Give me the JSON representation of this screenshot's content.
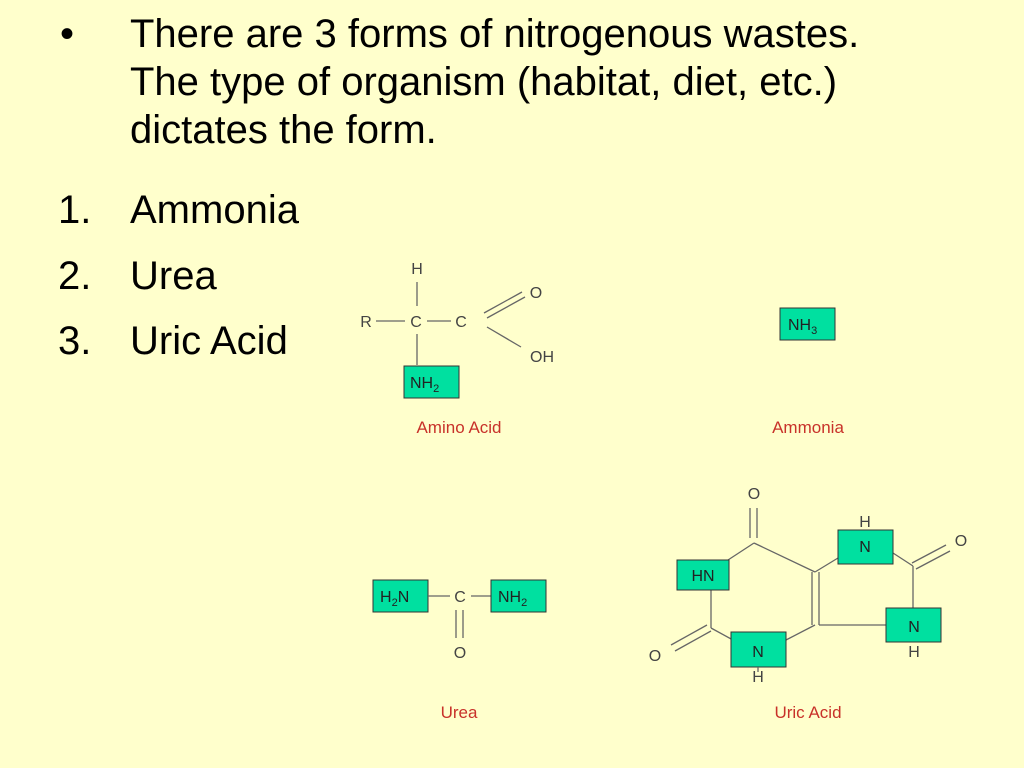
{
  "intro": {
    "bullet_marker": "•",
    "lines": [
      "There are 3 forms of nitrogenous wastes.",
      "The type of organism (habitat, diet, etc.)",
      "dictates the form."
    ]
  },
  "forms": [
    {
      "number": "1.",
      "label": "Ammonia"
    },
    {
      "number": "2.",
      "label": "Urea"
    },
    {
      "number": "3.",
      "label": "Uric Acid"
    }
  ],
  "structures": {
    "amino_acid": {
      "caption": "Amino Acid",
      "atoms": {
        "h": "H",
        "r": "R",
        "c1": "C",
        "c2": "C",
        "o": "O",
        "oh": "OH",
        "nh2_base": "NH",
        "nh2_sub": "2"
      }
    },
    "ammonia": {
      "caption": "Ammonia",
      "atoms": {
        "nh3_base": "NH",
        "nh3_sub": "3"
      }
    },
    "urea": {
      "caption": "Urea",
      "atoms": {
        "h2n_pre": "H",
        "h2n_sub": "2",
        "h2n_post": "N",
        "c": "C",
        "nh2_base": "NH",
        "nh2_sub": "2",
        "o": "O"
      }
    },
    "uric_acid": {
      "caption": "Uric Acid",
      "atoms": {
        "o_top": "O",
        "hn": "HN",
        "o_left": "O",
        "n_bottom": "N",
        "h_bottom": "H",
        "h_top": "H",
        "n_top": "N",
        "o_right": "O",
        "n_right": "N",
        "h_right": "H"
      }
    }
  },
  "colors": {
    "background": "#FFFFCC",
    "highlight_box": "#00E0A0",
    "caption": "#C8322A"
  }
}
